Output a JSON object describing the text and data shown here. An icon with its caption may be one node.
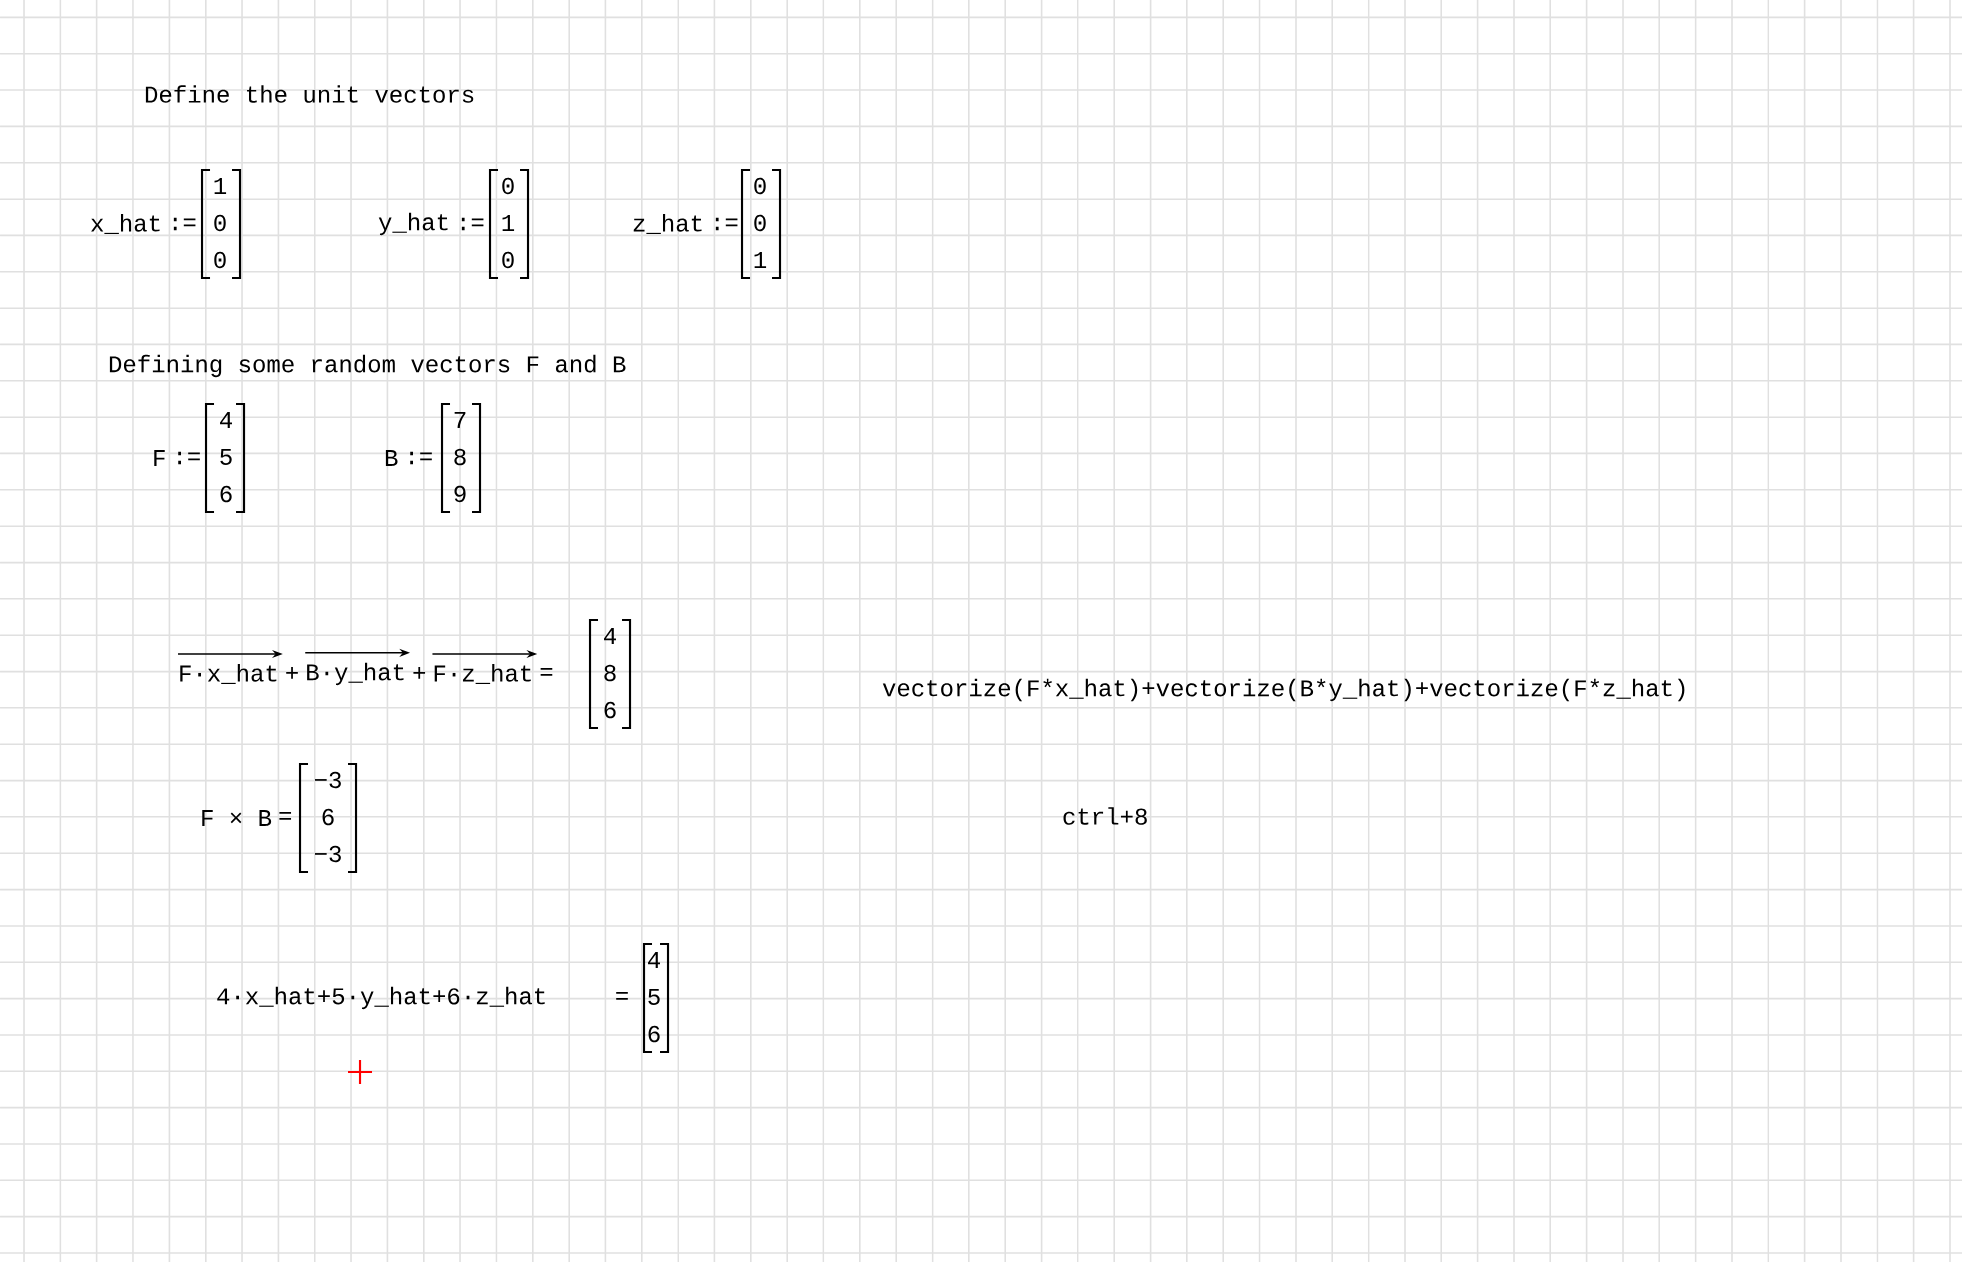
{
  "diagram": {
    "labels": [
      "Define the unit vectors",
      "x_hat",
      ":=",
      "1",
      "0",
      "0",
      "y_hat",
      ":=",
      "0",
      "1",
      "0",
      "z_hat",
      ":=",
      "0",
      "0",
      "1",
      "Defining some random vectors F and B",
      "F",
      ":=",
      "4",
      "5",
      "6",
      "B",
      ":=",
      "7",
      "8",
      "9",
      "F·x_hat",
      "+",
      "B·y_hat",
      "+",
      "F·z_hat",
      "=",
      "4",
      "8",
      "6",
      "vectorize(F*x_hat)+vectorize(B*y_hat)+vectorize(F*z_hat)",
      "F × B",
      "=",
      "−3",
      "6",
      "−3",
      "ctrl+8",
      "4·x_hat+5·y_hat+6·z_hat",
      "=",
      "4",
      "5",
      "6"
    ]
  }
}
